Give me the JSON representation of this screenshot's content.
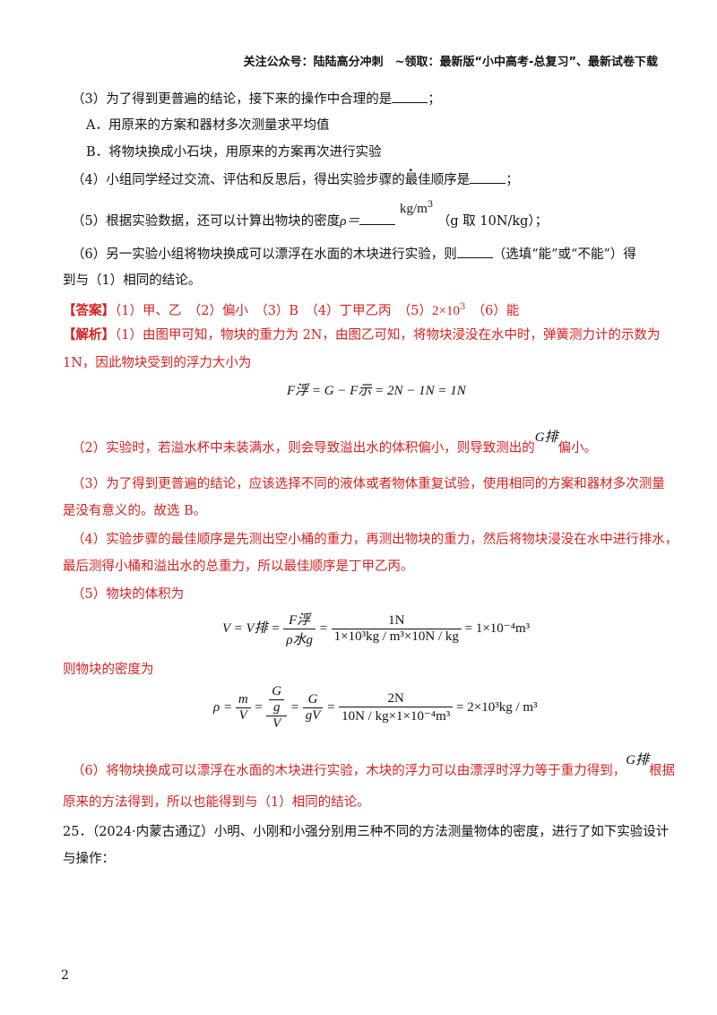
{
  "header": "关注公众号：陆陆高分冲刺　~领取：最新版“小中高考-总复习”、最新试卷下载",
  "q3": "（3）为了得到更普遍的结论，接下来的操作中合理的是",
  "q3_end": "；",
  "q3_a": "A．用原来的方案和器材多次测量求平均值",
  "q3_b": "B．将物块换成小石块，用原来的方案再次进行实验",
  "q4_pre": "（4）小组同学经过交流、评估和反思后，得出实验步骤的",
  "q4_dots": "最佳",
  "q4_post": "顺序是",
  "q4_end": "；",
  "q5_pre": "（5）根据实验数据，还可以计算出物块的密度",
  "q5_rho": "ρ＝",
  "q5_unit": "kg/m",
  "q5_exp": "3",
  "q5_g": "（g 取 10N/kg）；",
  "q6_line1": "（6）另一实验小组将物块换成可以漂浮在水面的木块进行实验，则",
  "q6_line1_end": "（选填“能”或“不能”）得",
  "q6_line2": "到与（1）相同的结论。",
  "answer_label": "【答案】",
  "answer_text": "（1）甲、乙　（2）偏小　（3）B　（4）丁甲乙丙　（5）",
  "answer_5": "2×10",
  "answer_5_exp": "3",
  "answer_6": "　（6）能",
  "analysis_label": "【解析】",
  "a1_line1": "（1）由图甲可知，物块的重力为 2N，由图乙可知，将物块浸没在水中时，弹簧测力计的示数为",
  "a1_line2": "1N，因此物块受到的浮力大小为",
  "eq1": "F浮 = G − F示 = 2N − 1N = 1N",
  "a2": "（2）实验时，若溢水杯中未装满水，则会导致溢出水的体积偏小，则导致测出的",
  "a2_sym": "G排",
  "a2_end": "偏小。",
  "a3_line1": "（3）为了得到更普遍的结论，应该选择不同的液体或者物体重复试验，使用相同的方案和器材多次测量",
  "a3_line2": "是没有意义的。故选 B。",
  "a4_line1": "（4）实验步骤的最佳顺序是先测出空小桶的重力，再测出物块的重力，然后将物块浸没在水中进行排水，",
  "a4_line2": "最后测得小桶和溢出水的总重力，所以最佳顺序是丁甲乙丙。",
  "a5_line1": "（5）物块的体积为",
  "eq2_left": "V = V排 =",
  "eq2_f1_num": "F浮",
  "eq2_f1_den": "ρ水g",
  "eq2_eq": "=",
  "eq2_f2_num": "1N",
  "eq2_f2_den": "1×10³kg / m³×10N / kg",
  "eq2_right": "= 1×10⁻⁴m³",
  "a5_line2": "则物块的密度为",
  "eq3_rho": "ρ =",
  "eq3_m": "m",
  "eq3_v": "V",
  "eq3_G": "G",
  "eq3_g": "g",
  "eq3_gV": "gV",
  "eq3_2N": "2N",
  "eq3_den": "10N / kg×1×10⁻⁴m³",
  "eq3_right": "= 2×10³kg / m³",
  "a6_line1": "（6）将物块换成可以漂浮在水面的木块进行实验，木块的浮力可以由漂浮时浮力等于重力得到，",
  "a6_sym": "G排",
  "a6_end": "根据",
  "a6_line2": "原来的方法得到，所以也能得到与（1）相同的结论。",
  "q25_line1": "25．（2024·内蒙古通辽）小明、小刚和小强分别用三种不同的方法测量物体的密度，进行了如下实验设计",
  "q25_line2": "与操作：",
  "page_number": "2"
}
